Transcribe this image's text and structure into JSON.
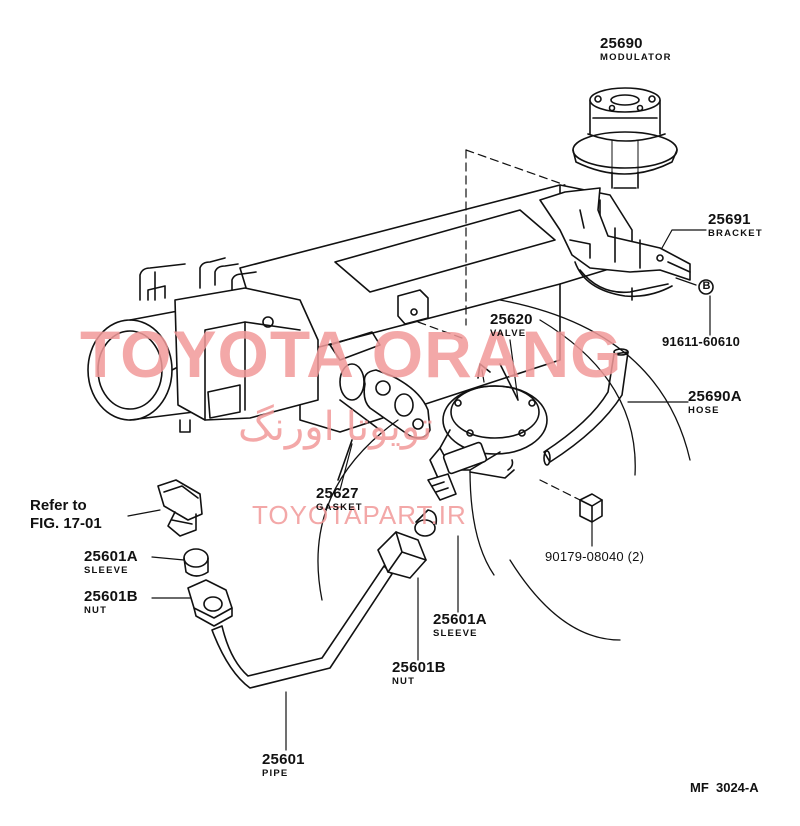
{
  "parts": {
    "modulator": {
      "number": "25690",
      "name": "MODULATOR"
    },
    "bracket": {
      "number": "25691",
      "name": "BRACKET"
    },
    "bolt": {
      "number": "91611-60610"
    },
    "hose": {
      "number": "25690A",
      "name": "HOSE"
    },
    "valve": {
      "number": "25620",
      "name": "VALVE"
    },
    "gasket": {
      "number": "25627",
      "name": "GASKET"
    },
    "sleeve_left": {
      "number": "25601A",
      "name": "SLEEVE"
    },
    "nut_left": {
      "number": "25601B",
      "name": "NUT"
    },
    "sleeve_right": {
      "number": "25601A",
      "name": "SLEEVE"
    },
    "nut_right": {
      "number": "25601B",
      "name": "NUT"
    },
    "pipe": {
      "number": "25601",
      "name": "PIPE"
    },
    "valve_nut": {
      "number": "90179-08040 (2)"
    }
  },
  "refer": {
    "line1": "Refer to",
    "line2": "FIG. 17-01"
  },
  "callout_marker": "B",
  "figure_code": "MF  3024-A",
  "watermark": {
    "brand": "TOYOTA ORANG",
    "persian": "تویوتا اورنگ",
    "site": "TOYOTAPART.IR",
    "color": "#f29a9a"
  }
}
